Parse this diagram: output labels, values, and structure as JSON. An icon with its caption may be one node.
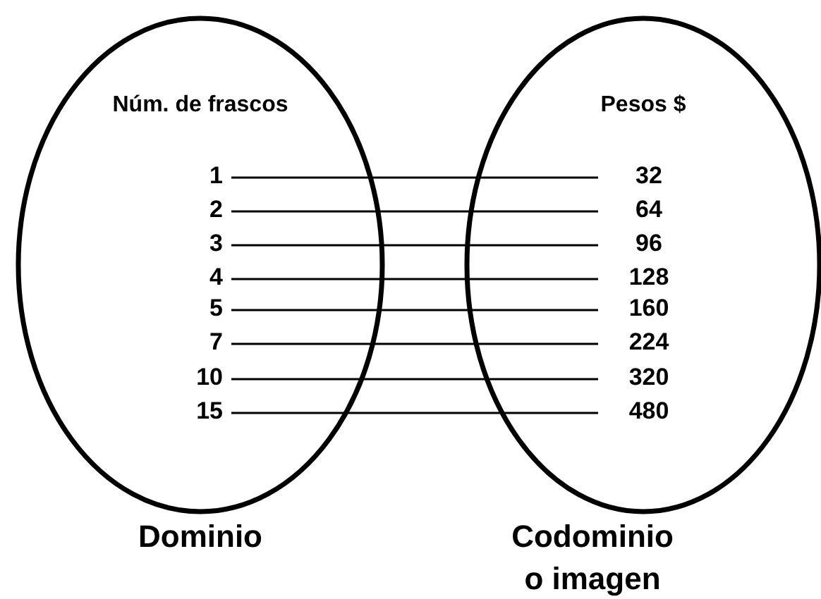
{
  "diagram": {
    "nodes": [
      {
        "text": [
          "Núm.  de frascos"
        ],
        "beside": [
          "Dominio"
        ]
      },
      {
        "text": [
          "Pesos $"
        ],
        "beside": [
          "Codominio o imagen"
        ]
      },
      {
        "text": [
          "1"
        ],
        "in": 0
      },
      {
        "text": [
          "2"
        ],
        "in": 0
      },
      {
        "text": [
          "3"
        ],
        "in": 0
      },
      {
        "text": [
          "4"
        ],
        "in": 0
      },
      {
        "text": [
          "5"
        ],
        "in": 0
      },
      {
        "text": [
          "7"
        ],
        "in": 0
      },
      {
        "text": [
          "10"
        ],
        "in": 0
      },
      {
        "text": [
          "15"
        ],
        "in": 0
      },
      {
        "text": [
          "32"
        ],
        "in": 1
      },
      {
        "text": [
          "64"
        ],
        "in": 1
      },
      {
        "text": [
          "96"
        ],
        "in": 1
      },
      {
        "text": [
          "128"
        ],
        "in": 1
      },
      {
        "text": [
          "160"
        ],
        "in": 1
      },
      {
        "text": [
          "224"
        ],
        "in": 1
      },
      {
        "text": [
          "320"
        ],
        "in": 1
      },
      {
        "text": [
          "480"
        ],
        "in": 1
      }
    ],
    "edges": [
      {
        "from": 2,
        "to": 10,
        "arrow": "none"
      },
      {
        "from": 3,
        "to": 11,
        "arrow": "none"
      },
      {
        "from": 4,
        "to": 12,
        "arrow": "none"
      },
      {
        "from": 5,
        "to": 13,
        "arrow": "none"
      },
      {
        "from": 6,
        "to": 14,
        "arrow": "none"
      },
      {
        "from": 7,
        "to": 15,
        "arrow": "none"
      },
      {
        "from": 8,
        "to": 16,
        "arrow": "none"
      },
      {
        "from": 9,
        "to": 17,
        "arrow": "none"
      }
    ]
  }
}
